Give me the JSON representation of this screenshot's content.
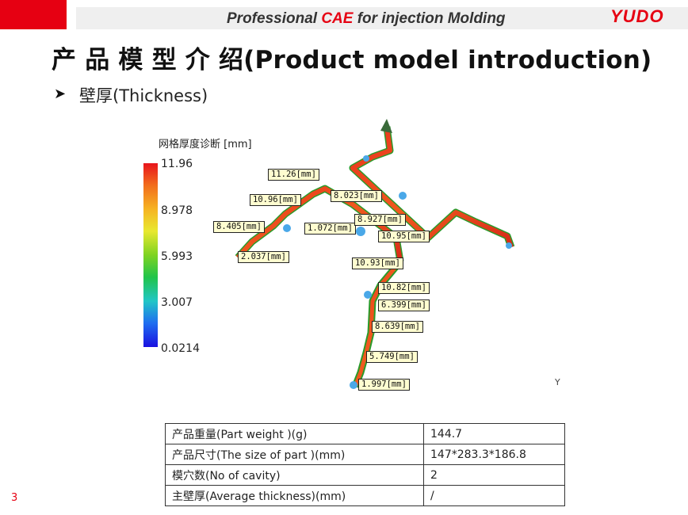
{
  "header": {
    "title_prefix": "Professional ",
    "title_accent": "CAE",
    "title_suffix": " for injection Molding",
    "logo": "YUDO",
    "accent_color": "#e60012"
  },
  "slide": {
    "title": "产 品 模 型 介 绍(Product model introduction)",
    "bullet_icon": "arrow-bullet-icon",
    "bullet": "壁厚(Thickness)",
    "page_number": "3"
  },
  "legend": {
    "title": "网格厚度诊断 [mm]",
    "ticks": [
      "11.96",
      "8.978",
      "5.993",
      "3.007",
      "0.0214"
    ]
  },
  "callouts": [
    "11.26[mm]",
    "10.96[mm]",
    "8.023[mm]",
    "8.405[mm]",
    "1.072[mm]",
    "8.927[mm]",
    "10.95[mm]",
    "2.037[mm]",
    "10.93[mm]",
    "10.82[mm]",
    "6.399[mm]",
    "8.639[mm]",
    "5.749[mm]",
    "1.997[mm]"
  ],
  "axis_label": "Y",
  "table": {
    "rows": [
      {
        "label": "产品重量(Part weight )(g)",
        "value": "144.7"
      },
      {
        "label": "产品尺寸(The size of part )(mm)",
        "value": "147*283.3*186.8"
      },
      {
        "label": "模穴数(No of cavity)",
        "value": "2"
      },
      {
        "label": "主壁厚(Average thickness)(mm)",
        "value": "/"
      }
    ]
  }
}
